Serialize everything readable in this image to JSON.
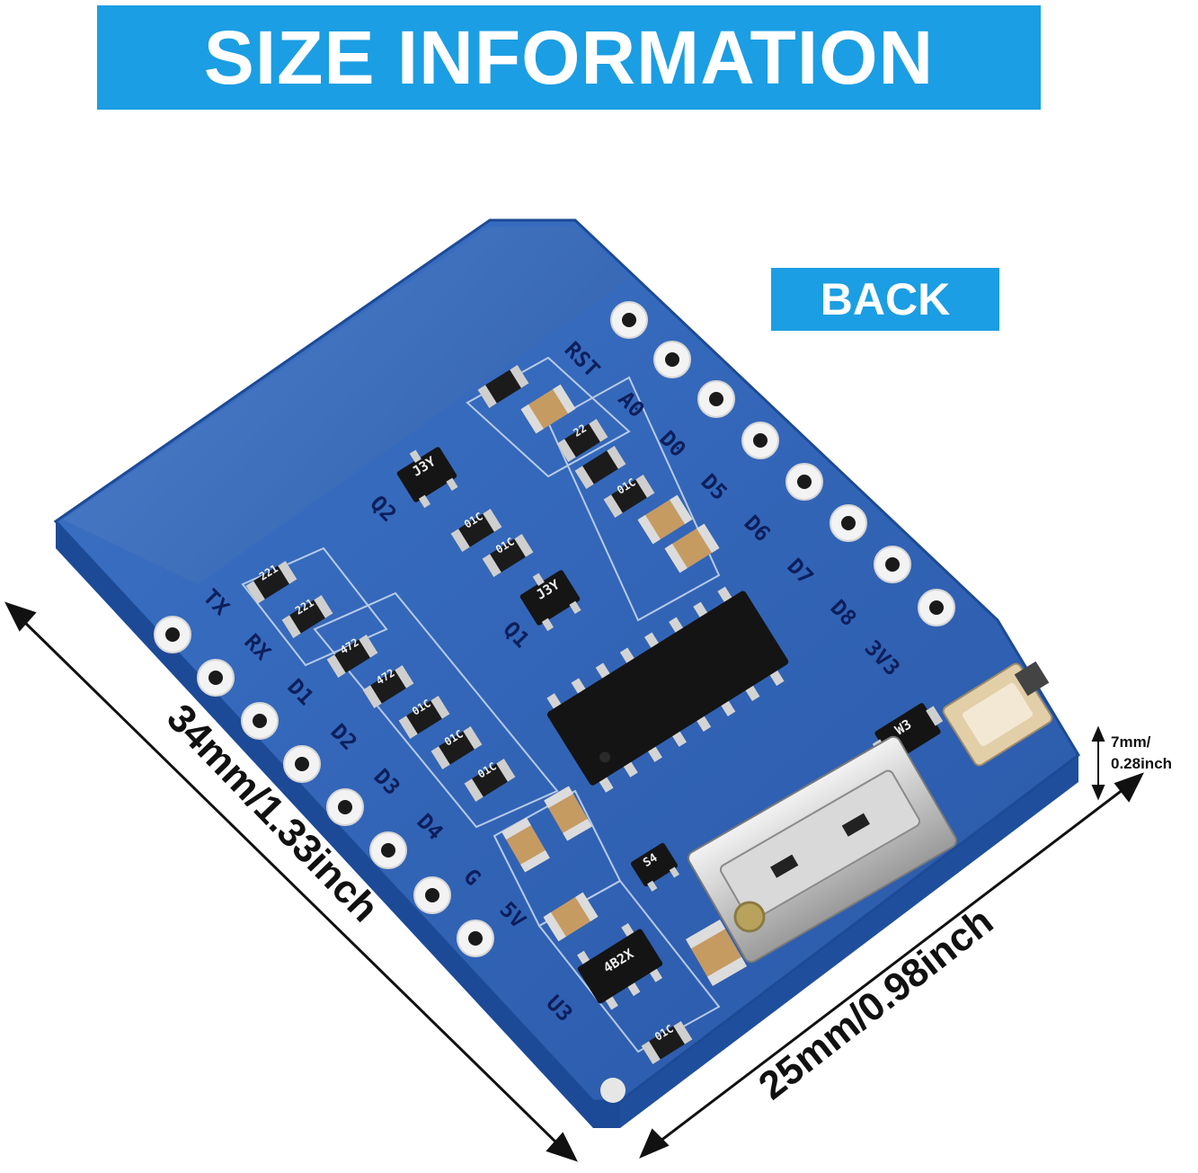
{
  "header": {
    "title": "SIZE INFORMATION"
  },
  "side_label": "BACK",
  "dimensions": {
    "length": "34mm/1.33inch",
    "width": "25mm/0.98inch",
    "thickness_mm": "7mm/",
    "thickness_inch": "0.28inch"
  },
  "pins_left": [
    "TX",
    "RX",
    "D1",
    "D2",
    "D3",
    "D4",
    "G",
    "5V"
  ],
  "pins_right": [
    "RST",
    "A0",
    "D0",
    "D5",
    "D6",
    "D7",
    "D8",
    "3V3"
  ],
  "component_labels": [
    "221",
    "221",
    "472",
    "472",
    "01C",
    "01C",
    "01C",
    "01C",
    "01C",
    "01C",
    "01C",
    "22",
    "J3Y",
    "J3Y",
    "W3",
    "4B2X",
    "S4",
    "U3",
    "Q1",
    "Q2"
  ],
  "colors": {
    "accent": "#1b9ee3",
    "board": "#2f63b8",
    "board_edge": "#1d4a96"
  }
}
